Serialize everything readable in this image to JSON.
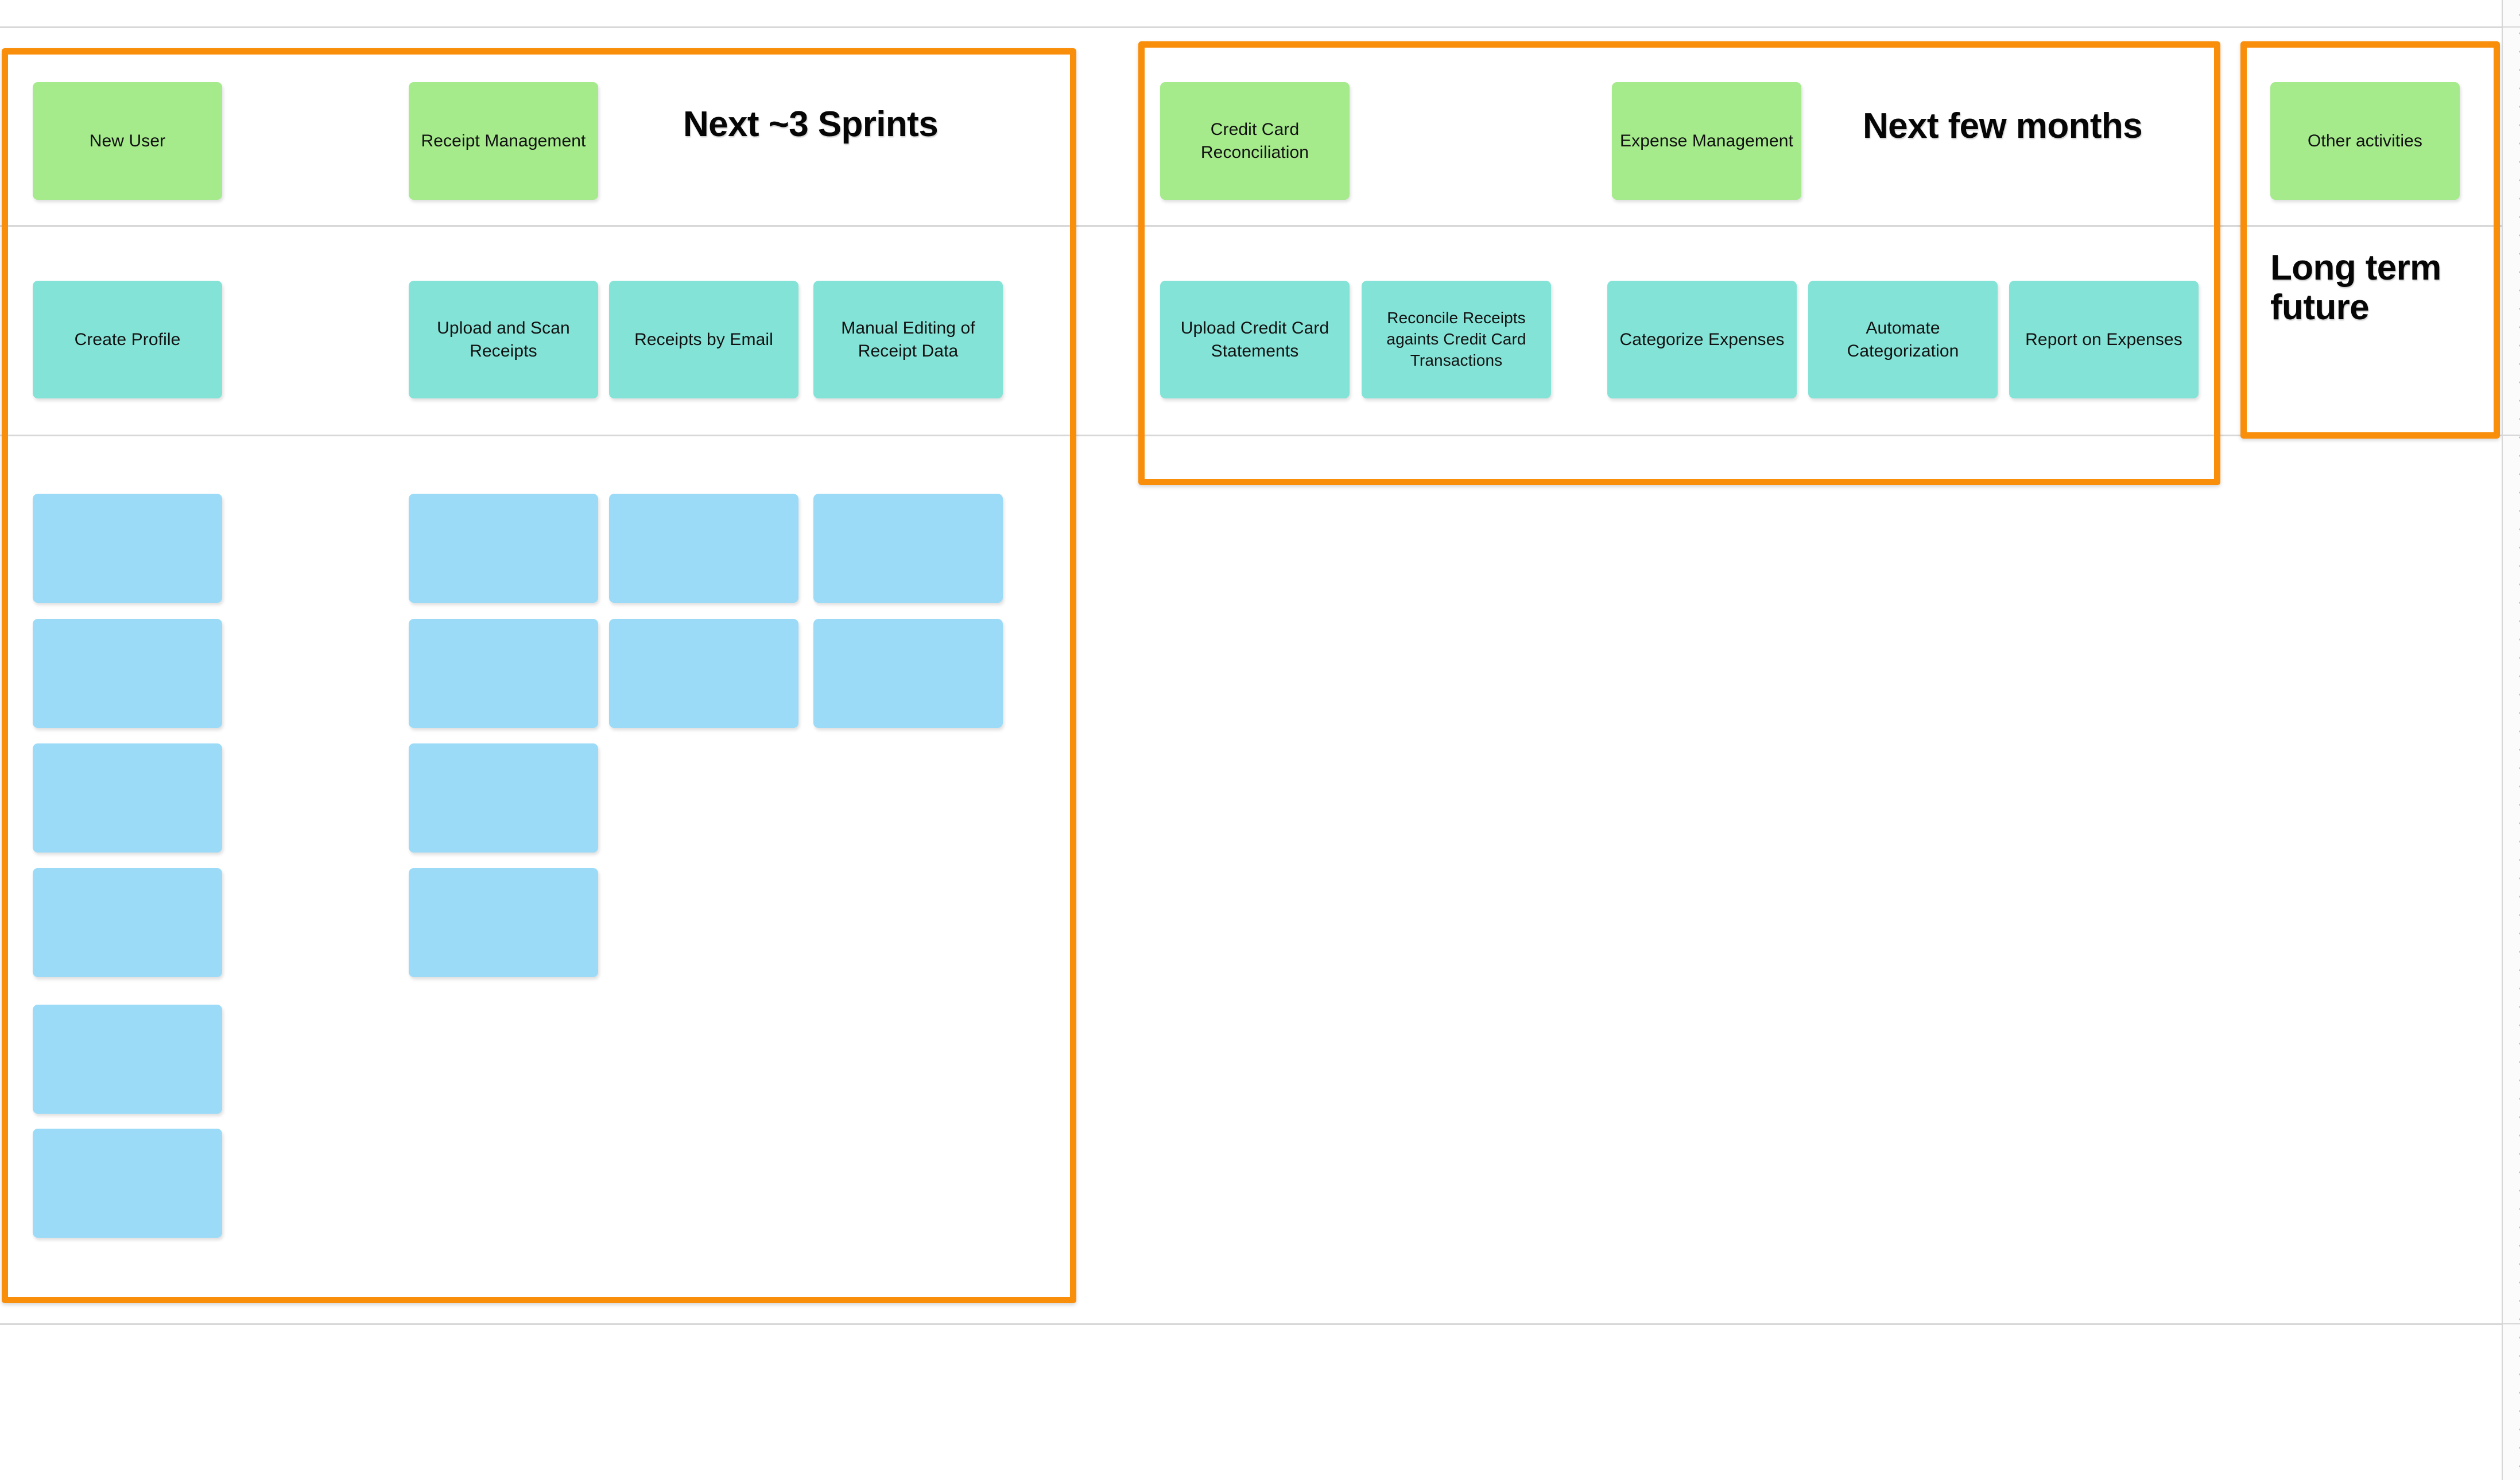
{
  "board": {
    "background_color": "#ffffff",
    "frame_color": "#f98e0b",
    "lane_line_color": "#d8d8d8",
    "card_colors": {
      "activity": "#a5ea8b",
      "task": "#84e3d7",
      "story": "#9bdbf8"
    }
  },
  "release_frames": [
    {
      "id": "frame-next-3-sprints",
      "title": "Next ~3 Sprints"
    },
    {
      "id": "frame-next-few-months",
      "title": "Next few months"
    },
    {
      "id": "frame-long-term-future",
      "title": "Long term\nfuture"
    }
  ],
  "lane_titles": {
    "next_3_sprints": "Next ~3 Sprints",
    "next_few_months": "Next few months",
    "long_term_future": "Long term\nfuture"
  },
  "activities": [
    {
      "label": "New User"
    },
    {
      "label": "Receipt Management"
    },
    {
      "label": "Credit Card Reconciliation"
    },
    {
      "label": "Expense Management"
    },
    {
      "label": "Other activities"
    }
  ],
  "tasks": [
    {
      "label": "Create Profile"
    },
    {
      "label": "Upload and Scan Receipts"
    },
    {
      "label": "Receipts by Email"
    },
    {
      "label": "Manual Editing of Receipt Data"
    },
    {
      "label": "Upload Credit Card Statements"
    },
    {
      "label": "Reconcile Receipts againts Credit Card Transactions"
    },
    {
      "label": "Categorize Expenses"
    },
    {
      "label": "Automate Categorization"
    },
    {
      "label": "Report on Expenses"
    }
  ],
  "stories": [
    {
      "label": ""
    },
    {
      "label": ""
    },
    {
      "label": ""
    },
    {
      "label": ""
    },
    {
      "label": ""
    },
    {
      "label": ""
    },
    {
      "label": ""
    },
    {
      "label": ""
    },
    {
      "label": ""
    },
    {
      "label": ""
    },
    {
      "label": ""
    },
    {
      "label": ""
    },
    {
      "label": ""
    },
    {
      "label": ""
    }
  ]
}
